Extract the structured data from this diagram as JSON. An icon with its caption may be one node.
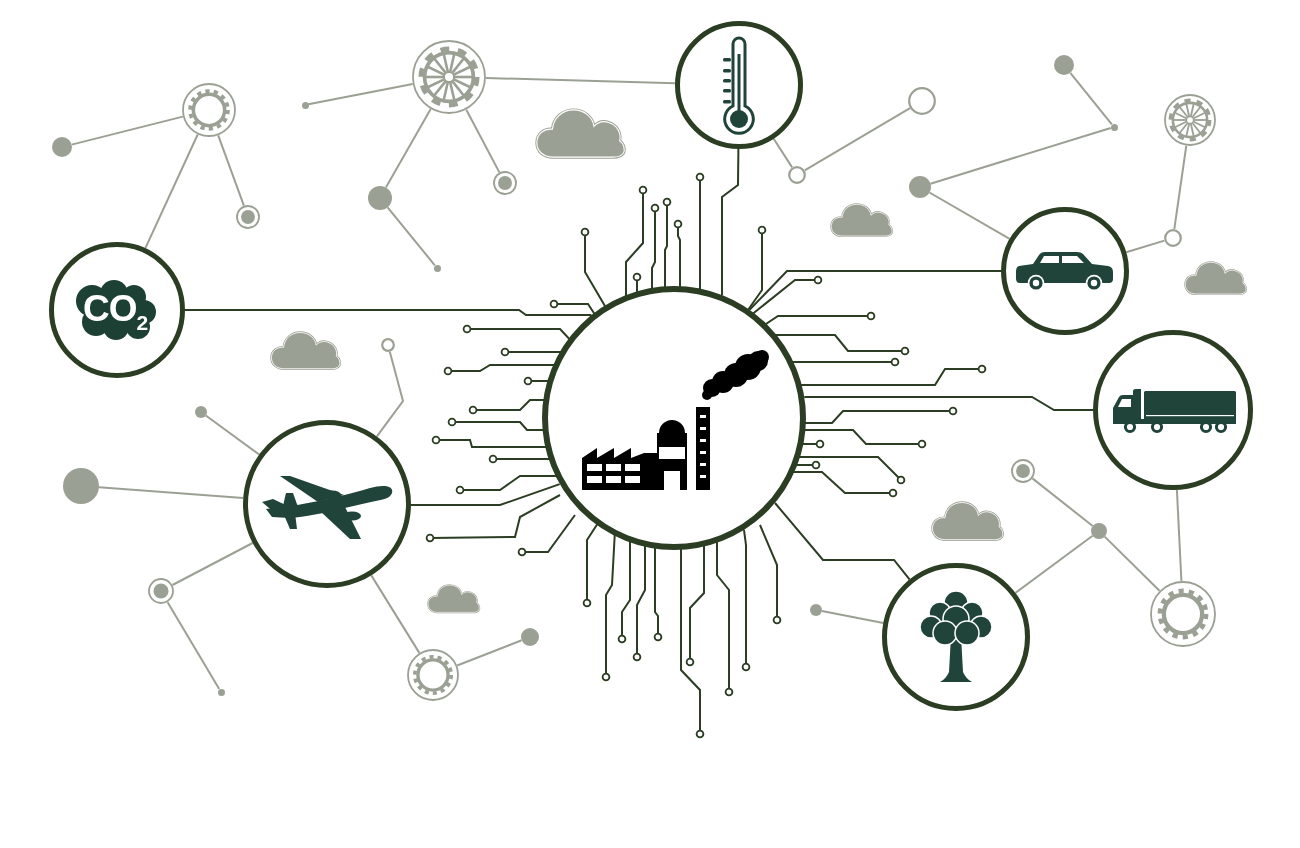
{
  "diagram": {
    "nodes": [
      {
        "text": [],
        "shape": "picture"
      },
      {
        "text": [],
        "shape": "picture"
      },
      {
        "text": [
          "CO$_{2}$"
        ]
      },
      {
        "text": [],
        "shape": "picture"
      },
      {
        "text": [],
        "shape": "picture"
      },
      {
        "text": [],
        "shape": "picture"
      },
      {
        "text": [],
        "shape": "picture"
      },
      {
        "text": [],
        "shape": "circle"
      },
      {
        "text": [],
        "shape": "gear"
      },
      {
        "text": [],
        "shape": "circle"
      },
      {
        "text": [],
        "shape": "circle"
      },
      {
        "text": [],
        "shape": "gear"
      },
      {
        "text": [],
        "shape": "circle"
      },
      {
        "text": [],
        "shape": "circle"
      },
      {
        "text": [],
        "shape": "circle"
      },
      {
        "text": [],
        "shape": "circle"
      },
      {
        "text": [],
        "shape": "circle"
      },
      {
        "text": [],
        "shape": "circle"
      },
      {
        "text": [],
        "shape": "circle"
      },
      {
        "text": [],
        "shape": "circle"
      },
      {
        "text": [],
        "shape": "gear"
      },
      {
        "text": [],
        "shape": "circle"
      },
      {
        "text": [],
        "shape": "circle"
      },
      {
        "text": [],
        "shape": "circle"
      },
      {
        "text": [],
        "shape": "circle"
      },
      {
        "text": [],
        "shape": "circle"
      },
      {
        "text": [],
        "shape": "circle"
      },
      {
        "text": [],
        "shape": "gear"
      },
      {
        "text": [],
        "shape": "circle"
      },
      {
        "text": [],
        "shape": "circle"
      },
      {
        "text": [],
        "shape": "circle"
      },
      {
        "text": [],
        "shape": "gear"
      },
      {
        "text": [],
        "shape": "circle"
      }
    ],
    "edges": [
      {
        "from": 0,
        "to": 1,
        "arrow": "none",
        "color": "#2b3d22"
      },
      {
        "from": 0,
        "to": 2,
        "arrow": "none",
        "color": "#2b3d22"
      },
      {
        "from": 0,
        "to": 3,
        "arrow": "none",
        "color": "#2b3d22"
      },
      {
        "from": 0,
        "to": 4,
        "arrow": "none",
        "color": "#2b3d22"
      },
      {
        "from": 0,
        "to": 5,
        "arrow": "none",
        "color": "#2b3d22"
      },
      {
        "from": 0,
        "to": 6,
        "arrow": "none",
        "color": "#2b3d22"
      },
      {
        "from": 7,
        "to": 8,
        "arrow": "none"
      },
      {
        "from": 8,
        "to": 9,
        "arrow": "none"
      },
      {
        "from": 8,
        "to": 2,
        "arrow": "none"
      },
      {
        "from": 10,
        "to": 11,
        "arrow": "none"
      },
      {
        "from": 11,
        "to": 12,
        "arrow": "none"
      },
      {
        "from": 11,
        "to": 13,
        "arrow": "none"
      },
      {
        "from": 13,
        "to": 14,
        "arrow": "none"
      },
      {
        "from": 11,
        "to": 1,
        "arrow": "none"
      },
      {
        "from": 1,
        "to": 15,
        "arrow": "none"
      },
      {
        "from": 15,
        "to": 16,
        "arrow": "none"
      },
      {
        "from": 17,
        "to": 18,
        "arrow": "none"
      },
      {
        "from": 18,
        "to": 19,
        "arrow": "none"
      },
      {
        "from": 19,
        "to": 3,
        "arrow": "none"
      },
      {
        "from": 20,
        "to": 21,
        "arrow": "none"
      },
      {
        "from": 21,
        "to": 3,
        "arrow": "none"
      },
      {
        "from": 22,
        "to": 5,
        "arrow": "none"
      },
      {
        "from": 23,
        "to": 5,
        "arrow": "none"
      },
      {
        "from": 24,
        "to": 5,
        "arrow": "none"
      },
      {
        "from": 5,
        "to": 25,
        "arrow": "none"
      },
      {
        "from": 25,
        "to": 26,
        "arrow": "none"
      },
      {
        "from": 5,
        "to": 27,
        "arrow": "none"
      },
      {
        "from": 27,
        "to": 28,
        "arrow": "none"
      },
      {
        "from": 29,
        "to": 30,
        "arrow": "none"
      },
      {
        "from": 30,
        "to": 6,
        "arrow": "none"
      },
      {
        "from": 30,
        "to": 31,
        "arrow": "none"
      },
      {
        "from": 31,
        "to": 4,
        "arrow": "none"
      },
      {
        "from": 32,
        "to": 6,
        "arrow": "none"
      }
    ]
  }
}
